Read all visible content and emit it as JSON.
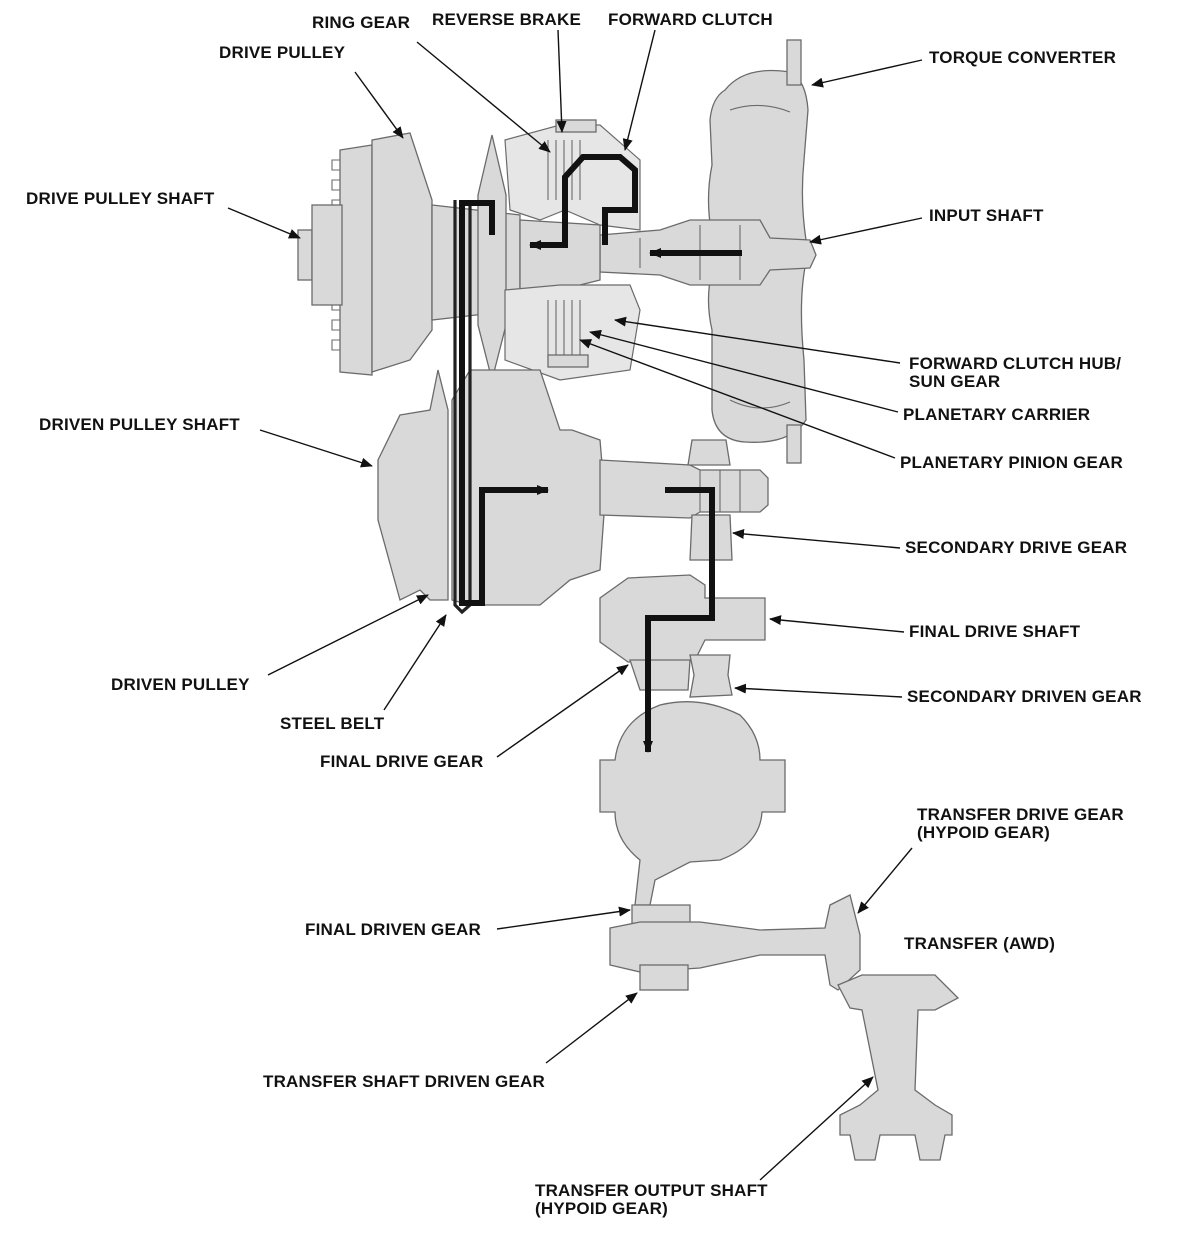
{
  "labels": {
    "ring_gear": "RING GEAR",
    "reverse_brake": "REVERSE BRAKE",
    "forward_clutch": "FORWARD CLUTCH",
    "drive_pulley": "DRIVE PULLEY",
    "torque_converter": "TORQUE CONVERTER",
    "drive_pulley_shaft": "DRIVE PULLEY SHAFT",
    "input_shaft": "INPUT SHAFT",
    "forward_clutch_hub_line1": "FORWARD CLUTCH HUB/",
    "forward_clutch_hub_line2": "SUN GEAR",
    "planetary_carrier": "PLANETARY CARRIER",
    "driven_pulley_shaft": "DRIVEN PULLEY SHAFT",
    "planetary_pinion_gear": "PLANETARY PINION GEAR",
    "secondary_drive_gear": "SECONDARY DRIVE GEAR",
    "final_drive_shaft": "FINAL DRIVE SHAFT",
    "driven_pulley": "DRIVEN PULLEY",
    "secondary_driven_gear": "SECONDARY DRIVEN GEAR",
    "steel_belt": "STEEL BELT",
    "final_drive_gear": "FINAL DRIVE GEAR",
    "transfer_drive_gear_line1": "TRANSFER DRIVE GEAR",
    "transfer_drive_gear_line2": "(HYPOID GEAR)",
    "final_driven_gear": "FINAL DRIVEN GEAR",
    "transfer_awd": "TRANSFER (AWD)",
    "transfer_shaft_driven_gear": "TRANSFER SHAFT DRIVEN GEAR",
    "transfer_output_shaft_line1": "TRANSFER OUTPUT SHAFT",
    "transfer_output_shaft_line2": "(HYPOID GEAR)"
  },
  "colors": {
    "part_fill": "#d9d9d9",
    "outline": "#6b6b6b",
    "power_flow": "#111111"
  }
}
